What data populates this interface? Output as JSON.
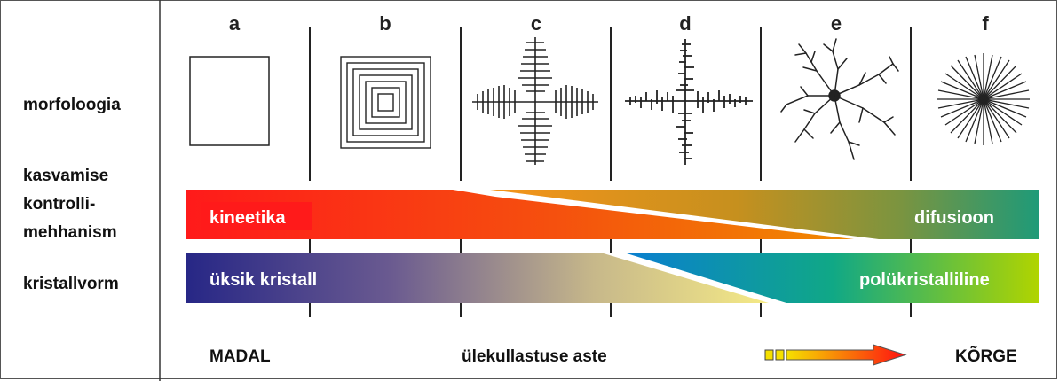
{
  "rows": {
    "morphology": "morfoloogia",
    "control_line1": "kasvamise",
    "control_line2": "kontrolli-",
    "control_line3": "mehhanism",
    "crystal_form": "kristallvorm"
  },
  "columns": [
    "a",
    "b",
    "c",
    "d",
    "e",
    "f"
  ],
  "bars": {
    "kinetics": "kineetika",
    "diffusion": "difusioon",
    "single_crystal": "üksik kristall",
    "polycrystalline": "polükristalliline"
  },
  "axis": {
    "low": "MADAL",
    "title": "ülekullastuse aste",
    "high": "KÕRGE"
  },
  "colors": {
    "kinetics_start": "#ff1a1a",
    "kinetics_end": "#f07a00",
    "diffusion_start": "#f59a1a",
    "diffusion_end": "#2a9a78",
    "single_start": "#2a2a8a",
    "single_end": "#f2e68a",
    "poly_start": "#0a8ad0",
    "poly_end": "#a8d200"
  }
}
